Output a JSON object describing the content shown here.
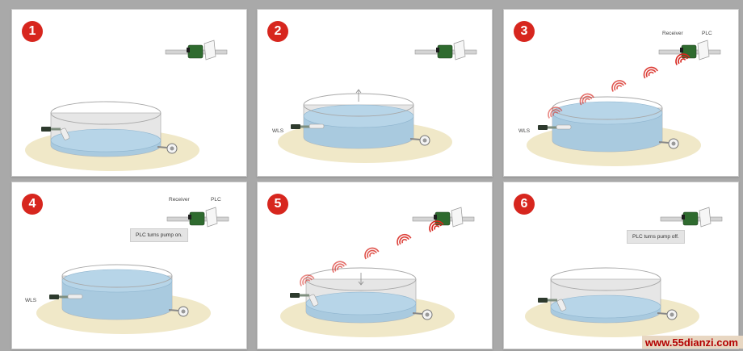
{
  "colors": {
    "badge": "#d7261e",
    "water": "#9ec4dd",
    "tank_wall": "#e6e6e6",
    "ground": "#f0e8c8",
    "signal": "#d7261e",
    "module_green": "#2f6b2f"
  },
  "panels": [
    {
      "step": "1",
      "wls_label": "",
      "receiver_label": "",
      "plc_label": "",
      "callout": "",
      "level": "low",
      "signal_waves": 0,
      "arrow": "none"
    },
    {
      "step": "2",
      "wls_label": "WLS",
      "receiver_label": "",
      "plc_label": "",
      "callout": "",
      "level": "rising",
      "signal_waves": 0,
      "arrow": "up"
    },
    {
      "step": "3",
      "wls_label": "WLS",
      "receiver_label": "Receiver",
      "plc_label": "PLC",
      "callout": "",
      "level": "high",
      "signal_waves": 5,
      "arrow": "none"
    },
    {
      "step": "4",
      "wls_label": "WLS",
      "receiver_label": "Receiver",
      "plc_label": "PLC",
      "callout": "PLC turns pump on.",
      "level": "high",
      "signal_waves": 0,
      "arrow": "none"
    },
    {
      "step": "5",
      "wls_label": "",
      "receiver_label": "",
      "plc_label": "",
      "callout": "",
      "level": "falling",
      "signal_waves": 5,
      "arrow": "down"
    },
    {
      "step": "6",
      "wls_label": "",
      "receiver_label": "",
      "plc_label": "",
      "callout": "PLC turns pump off.",
      "level": "low",
      "signal_waves": 0,
      "arrow": "none"
    }
  ],
  "watermark": "www.55dianzi.com"
}
